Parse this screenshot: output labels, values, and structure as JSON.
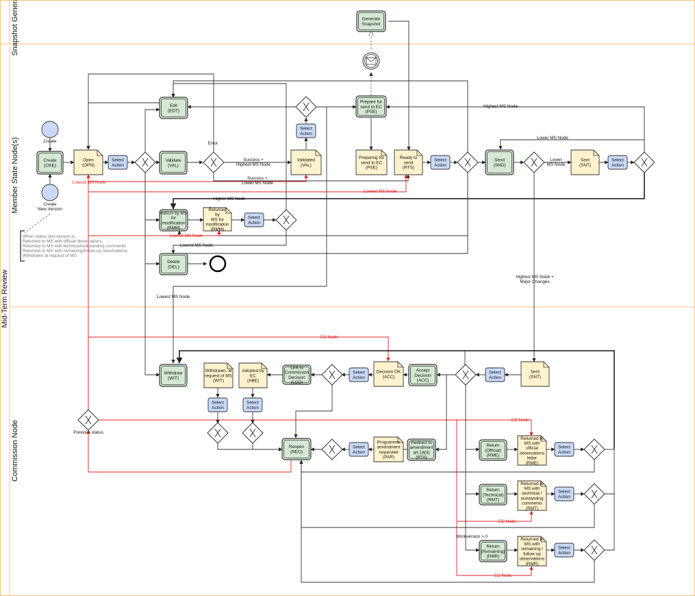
{
  "lanes": {
    "pool": "Mid-Term Review",
    "snapshot": "Snapshot Generator",
    "member": "Member State Node(s)",
    "commission": "Commission Node"
  },
  "tasks": {
    "create": [
      "Create",
      "(CRE)"
    ],
    "validate": [
      "Validate",
      "(VAL)"
    ],
    "edit": [
      "Edit",
      "(EDT)"
    ],
    "prepare": [
      "Prepare for",
      "send to EC",
      "(PSE)"
    ],
    "send": [
      "Send",
      "(SND)"
    ],
    "generate": [
      "Generate",
      "Snapshot"
    ],
    "rmm": [
      "Return by MS",
      "for",
      "modification",
      "(RMM)"
    ],
    "delete": [
      "Delete",
      "(DEL)"
    ],
    "withdraw": [
      "Withdraw",
      "(WIT)"
    ],
    "lcd": [
      "Link to",
      "Commission",
      "Decision",
      "(LCD)"
    ],
    "accept": [
      "Accept",
      "Decision",
      "(ACC)"
    ],
    "reopen": [
      "Reopen",
      "(REO)"
    ],
    "rta": [
      "Redirect to",
      "amendment",
      "art.18(3)",
      "(RTA)"
    ],
    "rme": [
      "Return",
      "(Official)",
      "(RME)"
    ],
    "rmt": [
      "Return",
      "(Technical)",
      "(RMT)"
    ],
    "rmr": [
      "Return",
      "(Remaining)",
      "(RMR)"
    ]
  },
  "docs": {
    "opn": [
      "Open",
      "(OPN)"
    ],
    "val": [
      "Validated",
      "(VAL)"
    ],
    "pse": [
      "Preparing for",
      "send to EC",
      "(PSE)"
    ],
    "rts": [
      "Ready to",
      "send",
      "(RTS)"
    ],
    "snt1": [
      "Sent",
      "(SNT)"
    ],
    "rmm": [
      "Returned",
      "by",
      "MS for",
      "modification",
      "(RMM)"
    ],
    "wit": [
      "Withdrawn, at",
      "request of MS",
      "(WIT)"
    ],
    "abe": [
      "Adopted by",
      "EC",
      "(ABE)"
    ],
    "acc": [
      "Decision OK",
      "(ACC)"
    ],
    "snt2": [
      "Sent",
      "(SNT)"
    ],
    "par": [
      "Programme",
      "amendment",
      "requested",
      "(PAR)"
    ],
    "rme": [
      "Returned to",
      "MS with",
      "official",
      "observations",
      "letter",
      "(RME)"
    ],
    "rmt": [
      "Returned to",
      "MS with",
      "technical /",
      "outstanding",
      "comments",
      "(RMT)"
    ],
    "rmr": [
      "Returned to",
      "MS with",
      "remaining /",
      "follow-up",
      "observations",
      "(RMR)"
    ]
  },
  "action_label": [
    "Select",
    "Action"
  ],
  "start_events": {
    "create": "Create",
    "new_version": [
      "Create",
      "New Version"
    ]
  },
  "note_lines": [
    "When status last version is:",
    "Returned to MS with official observations",
    "Returned to MS with technical/outstanding comments",
    "Returned to MS with remaining/follow-up observations",
    "Withdrawn at request of MS"
  ],
  "edge_labels": {
    "error": "Error",
    "success_highest": [
      "Success +",
      "Highest MS Node"
    ],
    "success_lower": [
      "Success +",
      "Lower MS Node"
    ],
    "highest_ms": "Highest MS Node",
    "lower_ms": "Lower MS Node",
    "lower_ms_split": [
      "Lower",
      "MS Node"
    ],
    "lowest_ms_red_1": "Lowest MS Node",
    "lowest_ms_red_2": "Lowest MS Node",
    "lowest_ms_red_3": "Lowest MS Node",
    "higher_ms": "Higher MS Node",
    "lowest_ms_1": "Lowest MS Node",
    "lowest_ms_2": "Lowest MS Node",
    "major_changes": [
      "Highest MS Node +",
      "Major Changes"
    ],
    "ec_node_1": "EC Node",
    "ec_node_2": "EC Node",
    "ec_node_3": "EC Node",
    "ec_node_4": "EC Node",
    "previous_status": "Previous status",
    "workversion": "Workversion > 0"
  },
  "colors": {
    "lane_border": "#f5c27a",
    "task_fill": "#d5e8d4",
    "document_fill": "#fff2cc",
    "action_fill": "#c9daf8",
    "red_flow": "#e02020"
  }
}
